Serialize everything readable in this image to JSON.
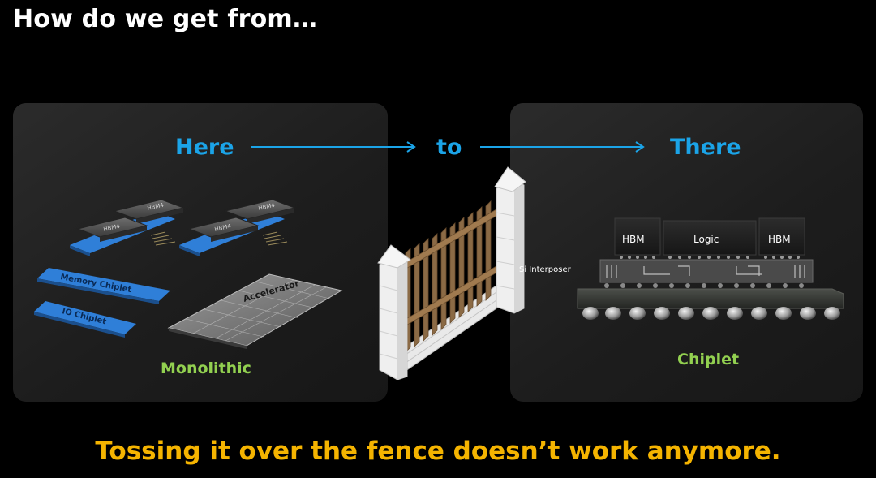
{
  "slide": {
    "title": "How do we get from…",
    "flow": {
      "from": "Here",
      "middle": "to",
      "to": "There"
    },
    "left_panel": {
      "caption": "Monolithic",
      "labels": {
        "hbm": "HBM4",
        "memory_chiplet": "Memory Chiplet",
        "io_chiplet": "IO Chiplet",
        "accelerator": "Accelerator"
      }
    },
    "right_panel": {
      "caption": "Chiplet",
      "labels": {
        "hbm_left": "HBM",
        "logic": "Logic",
        "hbm_right": "HBM",
        "interposer": "Si Interposer"
      }
    },
    "tagline": "Tossing it over the fence doesn’t work anymore."
  },
  "colors": {
    "background": "#000000",
    "title": "#ffffff",
    "flow_blue": "#1ba4e8",
    "caption_green": "#92d050",
    "tagline_amber": "#f5b400",
    "chiplet_blue": "#2f7fd8"
  }
}
